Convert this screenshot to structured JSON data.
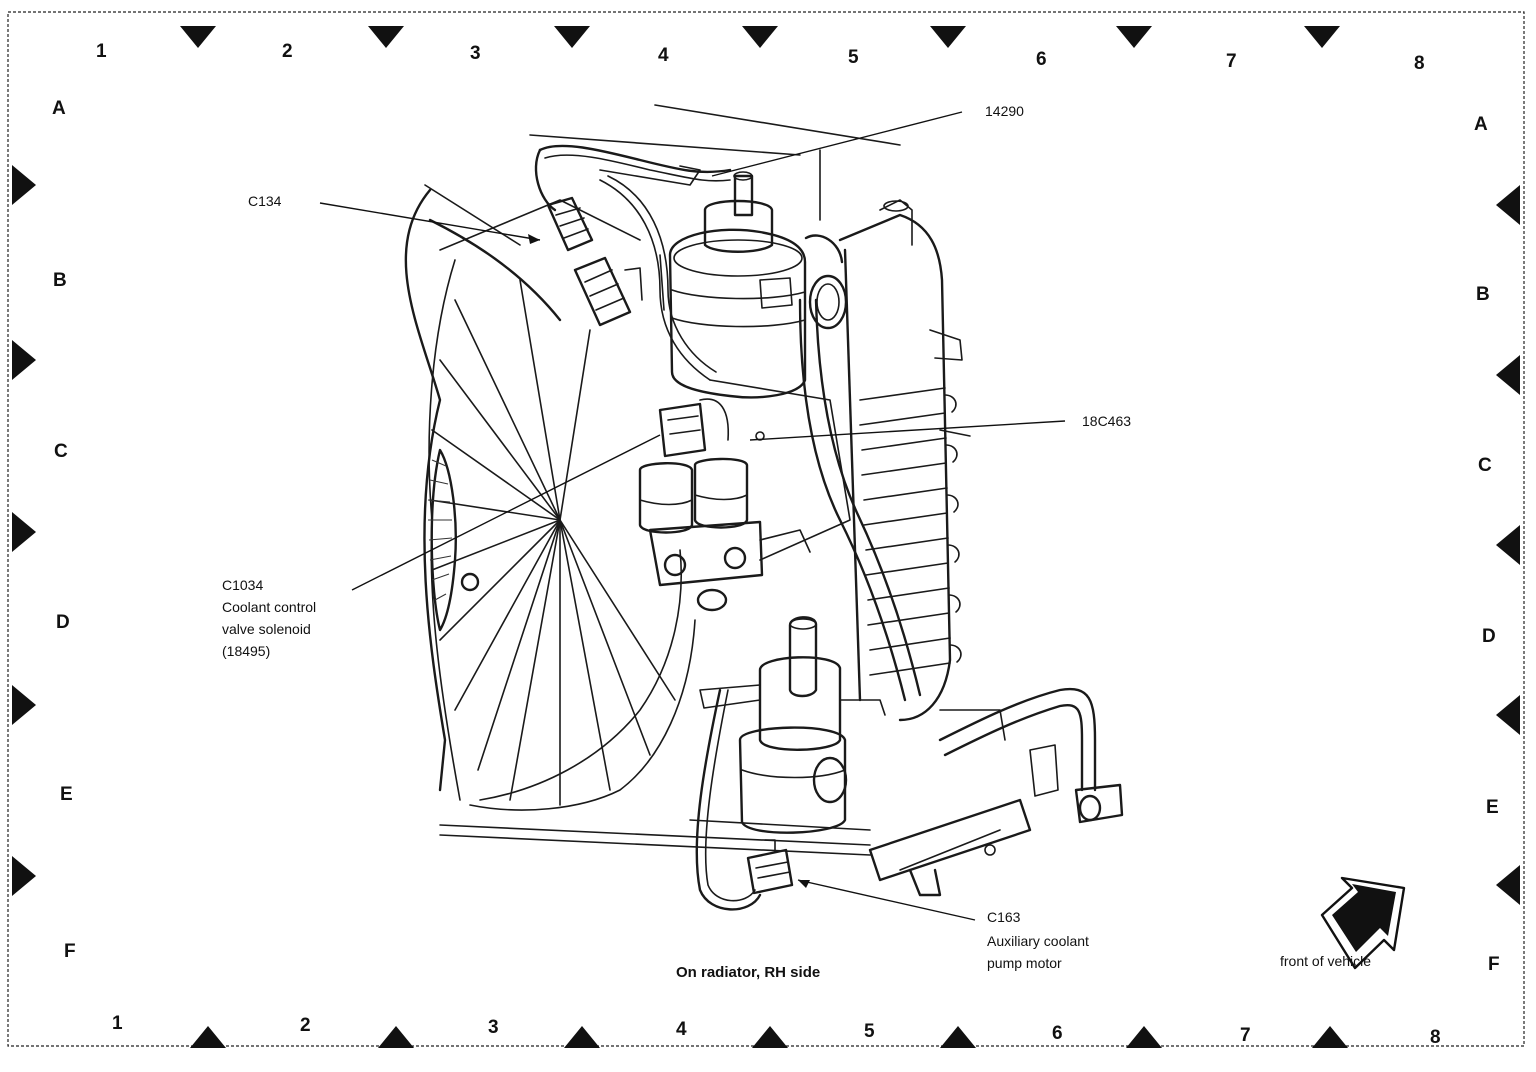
{
  "columns_top": [
    "1",
    "2",
    "3",
    "4",
    "5",
    "6",
    "7",
    "8"
  ],
  "columns_bottom": [
    "1",
    "2",
    "3",
    "4",
    "5",
    "6",
    "7",
    "8"
  ],
  "rows_left": [
    "A",
    "B",
    "C",
    "D",
    "E",
    "F"
  ],
  "rows_right": [
    "A",
    "B",
    "C",
    "D",
    "E",
    "F"
  ],
  "callouts": {
    "c14290": "14290",
    "c134": "C134",
    "c18c463": "18C463",
    "c1034_id": "C1034",
    "c1034_line1": "Coolant control",
    "c1034_line2": "valve solenoid",
    "c1034_line3": "(18495)",
    "c163_id": "C163",
    "c163_line1": "Auxiliary coolant",
    "c163_line2": "pump motor"
  },
  "caption": "On radiator, RH side",
  "front_label": "front of vehicle"
}
